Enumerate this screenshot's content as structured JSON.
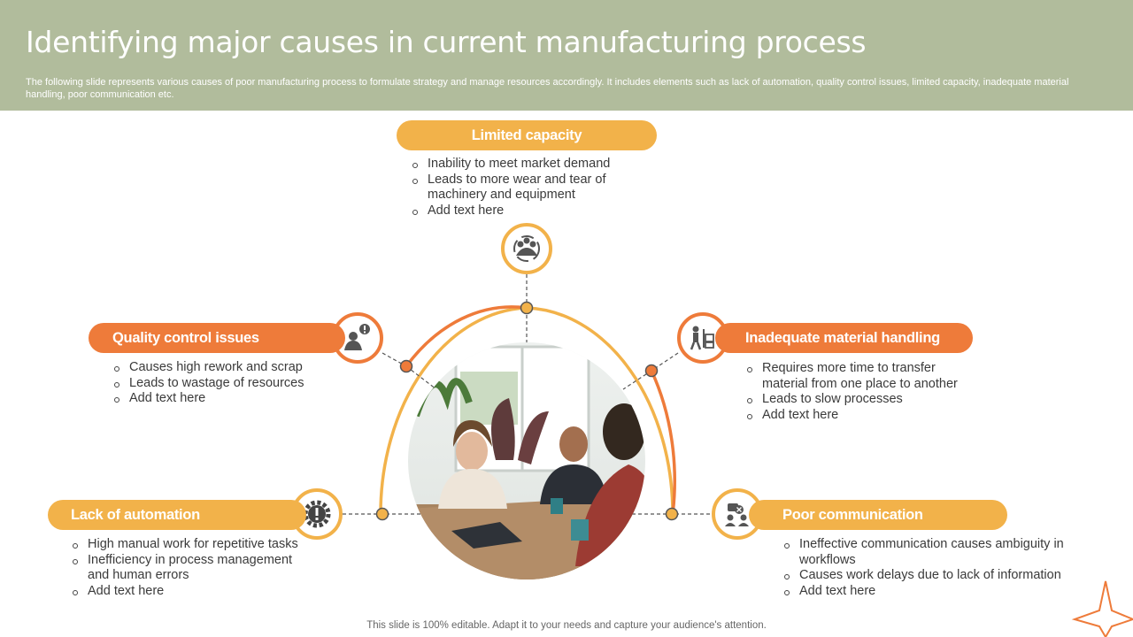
{
  "header": {
    "title": "Identifying major causes in current manufacturing process",
    "subtitle": "The following slide represents various causes of poor manufacturing process to formulate strategy and manage resources accordingly. It includes elements such as lack of automation, quality control issues, limited capacity, inadequate material handling, poor communication etc."
  },
  "colors": {
    "header_bg": "#b1bc9c",
    "accent_yellow": "#f2b24a",
    "accent_orange": "#ee7b3a"
  },
  "causes": [
    {
      "label": "Limited capacity",
      "icon": "team-collaboration-icon",
      "bullets": [
        "Inability  to meet market demand",
        "Leads to more wear and tear of machinery and equipment",
        "Add text here"
      ]
    },
    {
      "label": "Quality control issues",
      "icon": "worker-alert-icon",
      "bullets": [
        "Causes high rework and scrap",
        "Leads to wastage of resources",
        "Add text here"
      ]
    },
    {
      "label": "Inadequate material handling",
      "icon": "hand-truck-worker-icon",
      "bullets": [
        "Requires more time to transfer material from one place to another",
        "Leads to slow processes",
        "Add text here"
      ]
    },
    {
      "label": "Lack of automation",
      "icon": "gear-alert-icon",
      "bullets": [
        "High manual work for repetitive tasks",
        "Inefficiency in process management and human errors",
        "Add text here"
      ]
    },
    {
      "label": "Poor communication",
      "icon": "communication-error-icon",
      "bullets": [
        "Ineffective communication causes ambiguity in workflows",
        "Causes work delays due to lack of information",
        "Add text here"
      ]
    }
  ],
  "center_image": "team-meeting-photo",
  "footer": {
    "text": "This slide is 100% editable. Adapt it to your needs and capture your audience's attention."
  }
}
